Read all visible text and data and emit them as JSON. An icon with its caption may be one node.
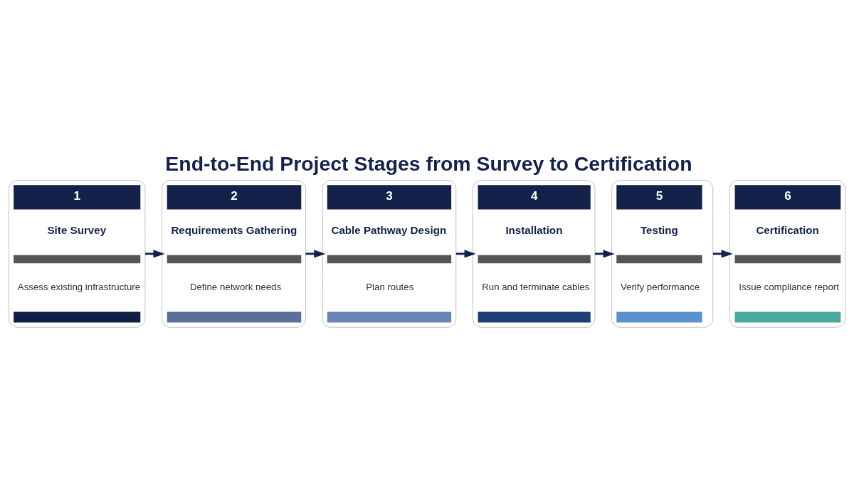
{
  "diagram": {
    "title": "End-to-End Project Stages from Survey to Certification",
    "nodes": [
      {
        "text": [
          "1",
          "Site Survey",
          "Assess existing infrastructure"
        ]
      },
      {
        "text": [
          "2",
          "Requirements Gathering",
          "Define network needs"
        ]
      },
      {
        "text": [
          "3",
          "Cable Pathway Design",
          "Plan routes"
        ]
      },
      {
        "text": [
          "4",
          "Installation",
          "Run and terminate cables"
        ]
      },
      {
        "text": [
          "5",
          "Testing",
          "Verify performance"
        ]
      },
      {
        "text": [
          "6",
          "Certification",
          "Issue compliance report"
        ]
      }
    ],
    "edges": [
      {
        "from": 0,
        "to": 1,
        "arrow": "to"
      },
      {
        "from": 1,
        "to": 2,
        "arrow": "to"
      },
      {
        "from": 2,
        "to": 3,
        "arrow": "to"
      },
      {
        "from": 3,
        "to": 4,
        "arrow": "to"
      },
      {
        "from": 4,
        "to": 5,
        "arrow": "to"
      }
    ]
  }
}
